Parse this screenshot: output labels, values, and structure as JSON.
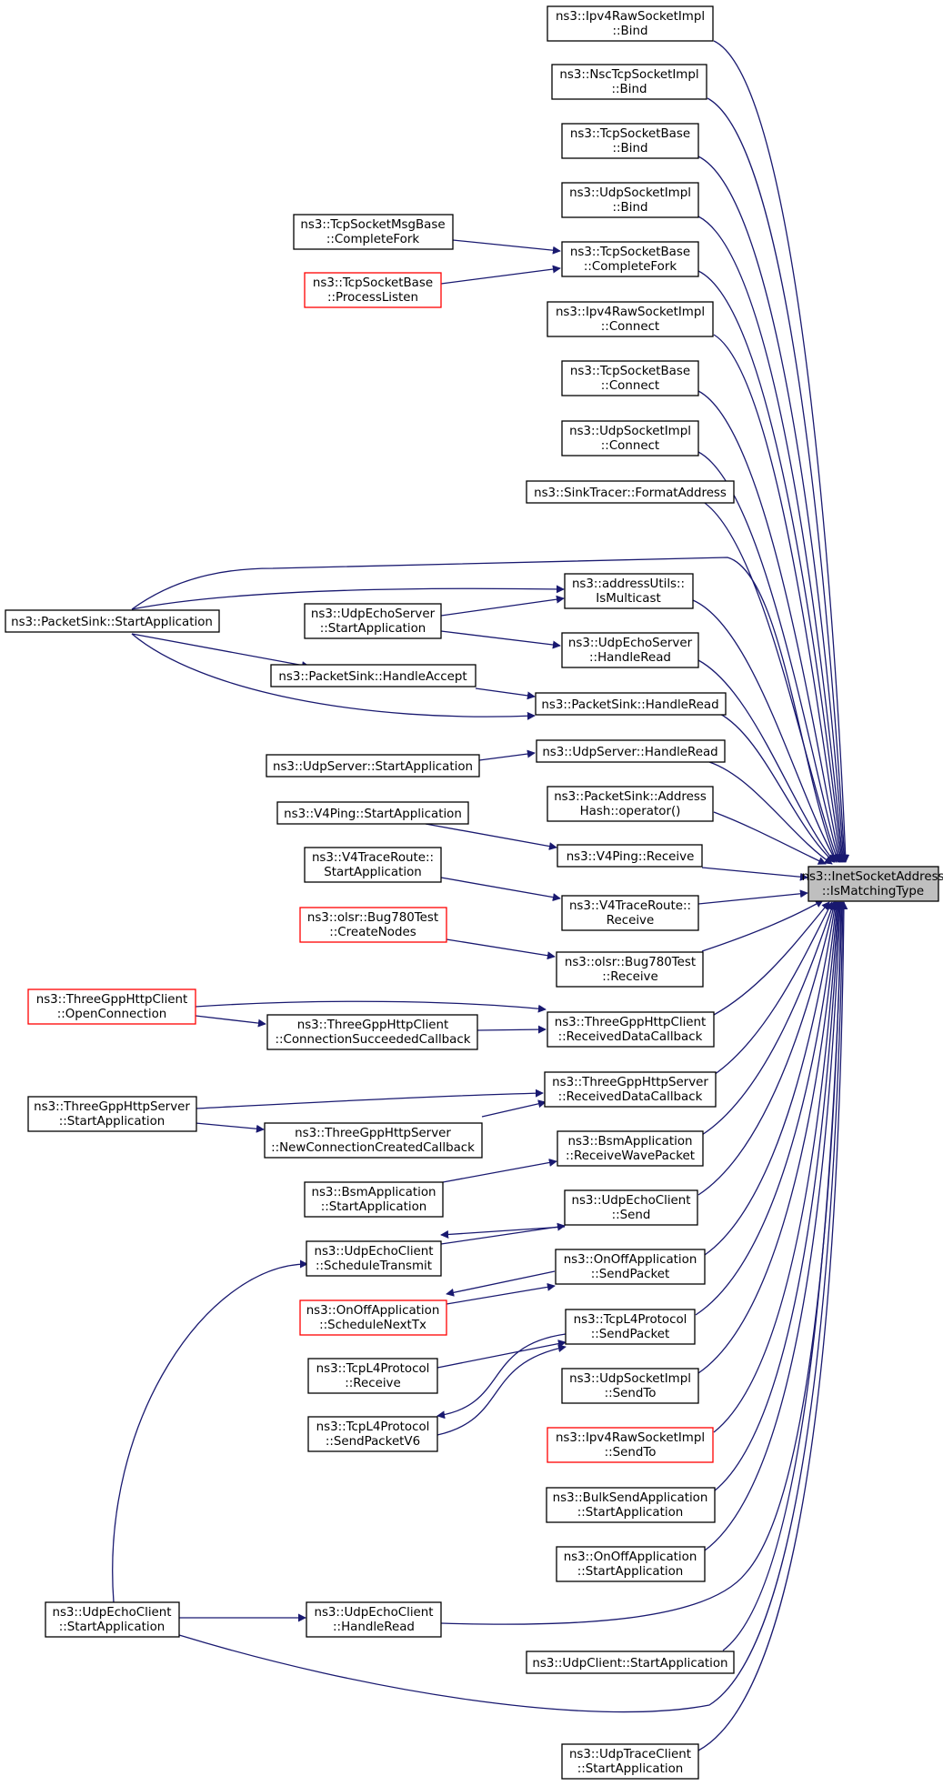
{
  "colors": {
    "edge": "#191970",
    "border": "#000000",
    "highlight_border": "#ff0000",
    "focus_fill": "#bfbfbf"
  },
  "nodes": {
    "focus": {
      "lines": [
        "ns3::InetSocketAddress",
        "::IsMatchingType"
      ]
    },
    "n1": {
      "lines": [
        "ns3::Ipv4RawSocketImpl",
        "::Bind"
      ]
    },
    "n2": {
      "lines": [
        "ns3::NscTcpSocketImpl",
        "::Bind"
      ]
    },
    "n3": {
      "lines": [
        "ns3::TcpSocketBase",
        "::Bind"
      ]
    },
    "n4": {
      "lines": [
        "ns3::UdpSocketImpl",
        "::Bind"
      ]
    },
    "n5": {
      "lines": [
        "ns3::TcpSocketBase",
        "::CompleteFork"
      ]
    },
    "n6": {
      "lines": [
        "ns3::TcpSocketMsgBase",
        "::CompleteFork"
      ]
    },
    "n7": {
      "lines": [
        "ns3::TcpSocketBase",
        "::ProcessListen"
      ]
    },
    "n8": {
      "lines": [
        "ns3::Ipv4RawSocketImpl",
        "::Connect"
      ]
    },
    "n9": {
      "lines": [
        "ns3::TcpSocketBase",
        "::Connect"
      ]
    },
    "n10": {
      "lines": [
        "ns3::UdpSocketImpl",
        "::Connect"
      ]
    },
    "n11": {
      "lines": [
        "ns3::SinkTracer::FormatAddress"
      ]
    },
    "n12": {
      "lines": [
        "ns3::addressUtils::",
        "IsMulticast"
      ]
    },
    "n13": {
      "lines": [
        "ns3::PacketSink::StartApplication"
      ]
    },
    "n14": {
      "lines": [
        "ns3::UdpEchoServer",
        "::StartApplication"
      ]
    },
    "n15": {
      "lines": [
        "ns3::UdpEchoServer",
        "::HandleRead"
      ]
    },
    "n16": {
      "lines": [
        "ns3::PacketSink::HandleAccept"
      ]
    },
    "n17": {
      "lines": [
        "ns3::PacketSink::HandleRead"
      ]
    },
    "n18": {
      "lines": [
        "ns3::UdpServer::HandleRead"
      ]
    },
    "n19": {
      "lines": [
        "ns3::UdpServer::StartApplication"
      ]
    },
    "n20": {
      "lines": [
        "ns3::PacketSink::Address",
        "Hash::operator()"
      ]
    },
    "n21": {
      "lines": [
        "ns3::V4Ping::StartApplication"
      ]
    },
    "n22": {
      "lines": [
        "ns3::V4Ping::Receive"
      ]
    },
    "n23": {
      "lines": [
        "ns3::V4TraceRoute::",
        "StartApplication"
      ]
    },
    "n24": {
      "lines": [
        "ns3::V4TraceRoute::",
        "Receive"
      ]
    },
    "n25": {
      "lines": [
        "ns3::olsr::Bug780Test",
        "::CreateNodes"
      ]
    },
    "n26": {
      "lines": [
        "ns3::olsr::Bug780Test",
        "::Receive"
      ]
    },
    "n27": {
      "lines": [
        "ns3::ThreeGppHttpClient",
        "::OpenConnection"
      ]
    },
    "n28": {
      "lines": [
        "ns3::ThreeGppHttpClient",
        "::ReceivedDataCallback"
      ]
    },
    "n29": {
      "lines": [
        "ns3::ThreeGppHttpClient",
        "::ConnectionSucceededCallback"
      ]
    },
    "n30": {
      "lines": [
        "ns3::ThreeGppHttpServer",
        "::ReceivedDataCallback"
      ]
    },
    "n31": {
      "lines": [
        "ns3::ThreeGppHttpServer",
        "::StartApplication"
      ]
    },
    "n32": {
      "lines": [
        "ns3::ThreeGppHttpServer",
        "::NewConnectionCreatedCallback"
      ]
    },
    "n33": {
      "lines": [
        "ns3::BsmApplication",
        "::ReceiveWavePacket"
      ]
    },
    "n34": {
      "lines": [
        "ns3::BsmApplication",
        "::StartApplication"
      ]
    },
    "n35": {
      "lines": [
        "ns3::UdpEchoClient",
        "::Send"
      ]
    },
    "n36": {
      "lines": [
        "ns3::UdpEchoClient",
        "::ScheduleTransmit"
      ]
    },
    "n37": {
      "lines": [
        "ns3::OnOffApplication",
        "::SendPacket"
      ]
    },
    "n38": {
      "lines": [
        "ns3::OnOffApplication",
        "::ScheduleNextTx"
      ]
    },
    "n39": {
      "lines": [
        "ns3::TcpL4Protocol",
        "::SendPacket"
      ]
    },
    "n40": {
      "lines": [
        "ns3::TcpL4Protocol",
        "::Receive"
      ]
    },
    "n41": {
      "lines": [
        "ns3::TcpL4Protocol",
        "::SendPacketV6"
      ]
    },
    "n42": {
      "lines": [
        "ns3::UdpSocketImpl",
        "::SendTo"
      ]
    },
    "n43": {
      "lines": [
        "ns3::Ipv4RawSocketImpl",
        "::SendTo"
      ]
    },
    "n44": {
      "lines": [
        "ns3::BulkSendApplication",
        "::StartApplication"
      ]
    },
    "n45": {
      "lines": [
        "ns3::OnOffApplication",
        "::StartApplication"
      ]
    },
    "n46": {
      "lines": [
        "ns3::UdpEchoClient",
        "::StartApplication"
      ]
    },
    "n47": {
      "lines": [
        "ns3::UdpEchoClient",
        "::HandleRead"
      ]
    },
    "n48": {
      "lines": [
        "ns3::UdpClient::StartApplication"
      ]
    },
    "n49": {
      "lines": [
        "ns3::UdpTraceClient",
        "::StartApplication"
      ]
    }
  }
}
